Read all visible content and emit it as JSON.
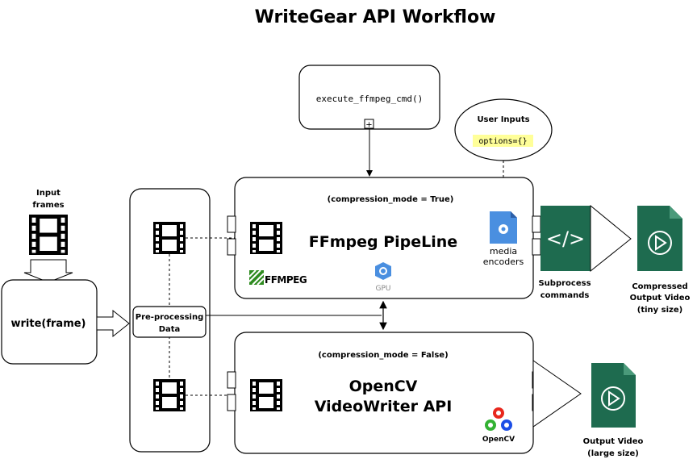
{
  "title": "WriteGear API Workflow",
  "input": {
    "label_line1": "Input",
    "label_line2": "frames",
    "write_label": "write(frame)"
  },
  "preprocessing": {
    "line1": "Pre-processing",
    "line2": "Data"
  },
  "execute": {
    "label": "execute_ffmpeg_cmd()",
    "expander": "+"
  },
  "user_inputs": {
    "title": "User Inputs",
    "options": "options={}"
  },
  "ffmpeg_box": {
    "mode": "(compression_mode = True)",
    "title": "FFmpeg PipeLine",
    "logo": "FFMPEG",
    "gpu": "GPU",
    "media_line1": "media",
    "media_line2": "encoders"
  },
  "opencv_box": {
    "mode": "(compression_mode = False)",
    "title_line1": "OpenCV",
    "title_line2": "VideoWriter API",
    "logo": "OpenCV"
  },
  "subprocess": {
    "icon": "</>",
    "line1": "Subprocess",
    "line2": "commands"
  },
  "compressed": {
    "line1": "Compressed",
    "line2": "Output Video",
    "line3": "(tiny size)"
  },
  "output": {
    "line1": "Output Video",
    "line2": "(large size)"
  },
  "colors": {
    "green": "#1e6b4f",
    "blue_icon": "#4a8fe0",
    "highlight": "#ffff99"
  }
}
